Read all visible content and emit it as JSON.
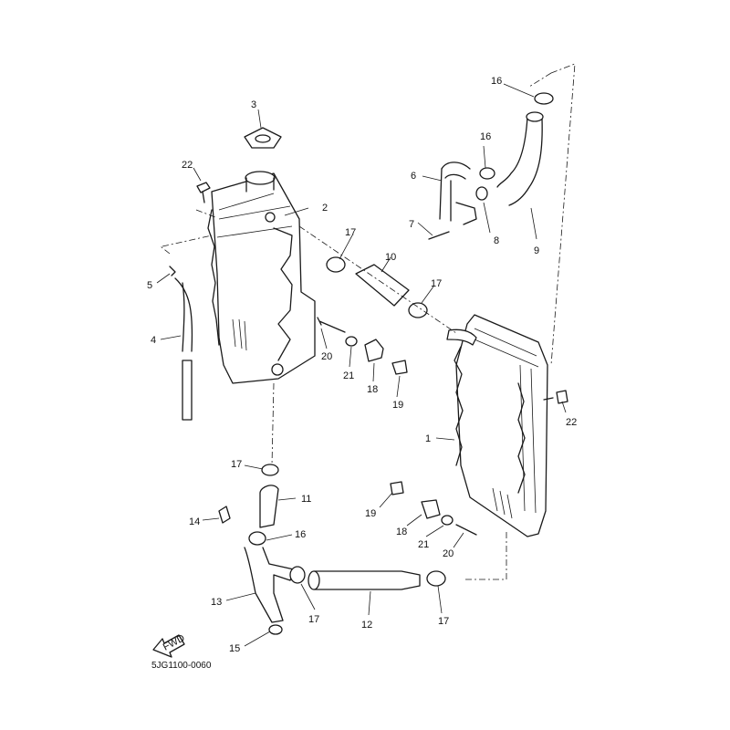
{
  "diagram": {
    "code": "5JG1100-0060",
    "fwd_label": "FWD",
    "callouts": {
      "c1": "1",
      "c2": "2",
      "c3": "3",
      "c4": "4",
      "c5": "5",
      "c6": "6",
      "c7": "7",
      "c8": "8",
      "c9": "9",
      "c10": "10",
      "c11": "11",
      "c12": "12",
      "c13": "13",
      "c14": "14",
      "c15": "15",
      "c16a": "16",
      "c16b": "16",
      "c16c": "16",
      "c17a": "17",
      "c17b": "17",
      "c17c": "17",
      "c17d": "17",
      "c17e": "17",
      "c18a": "18",
      "c18b": "18",
      "c19a": "19",
      "c19b": "19",
      "c20a": "20",
      "c20b": "20",
      "c21a": "21",
      "c21b": "21",
      "c22a": "22",
      "c22b": "22"
    }
  }
}
